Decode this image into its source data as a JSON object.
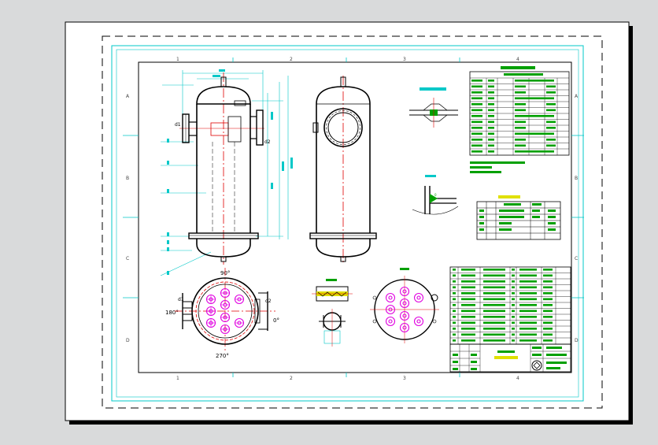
{
  "colors": {
    "background": "#d9dadb",
    "paper": "#ffffff",
    "border": "#000000",
    "cyan": "#00c8c8",
    "red": "#e00000",
    "magenta": "#e000e0",
    "green": "#00a000",
    "yellow": "#e0e000"
  },
  "grid": {
    "columns": [
      "1",
      "2",
      "3",
      "4"
    ],
    "rows": [
      "A",
      "B",
      "C",
      "D"
    ]
  },
  "views": {
    "angle_top": "90°",
    "angle_left": "180°",
    "angle_right": "0°",
    "angle_bottom": "270°",
    "label_d1": "d1",
    "label_d2": "d2"
  }
}
